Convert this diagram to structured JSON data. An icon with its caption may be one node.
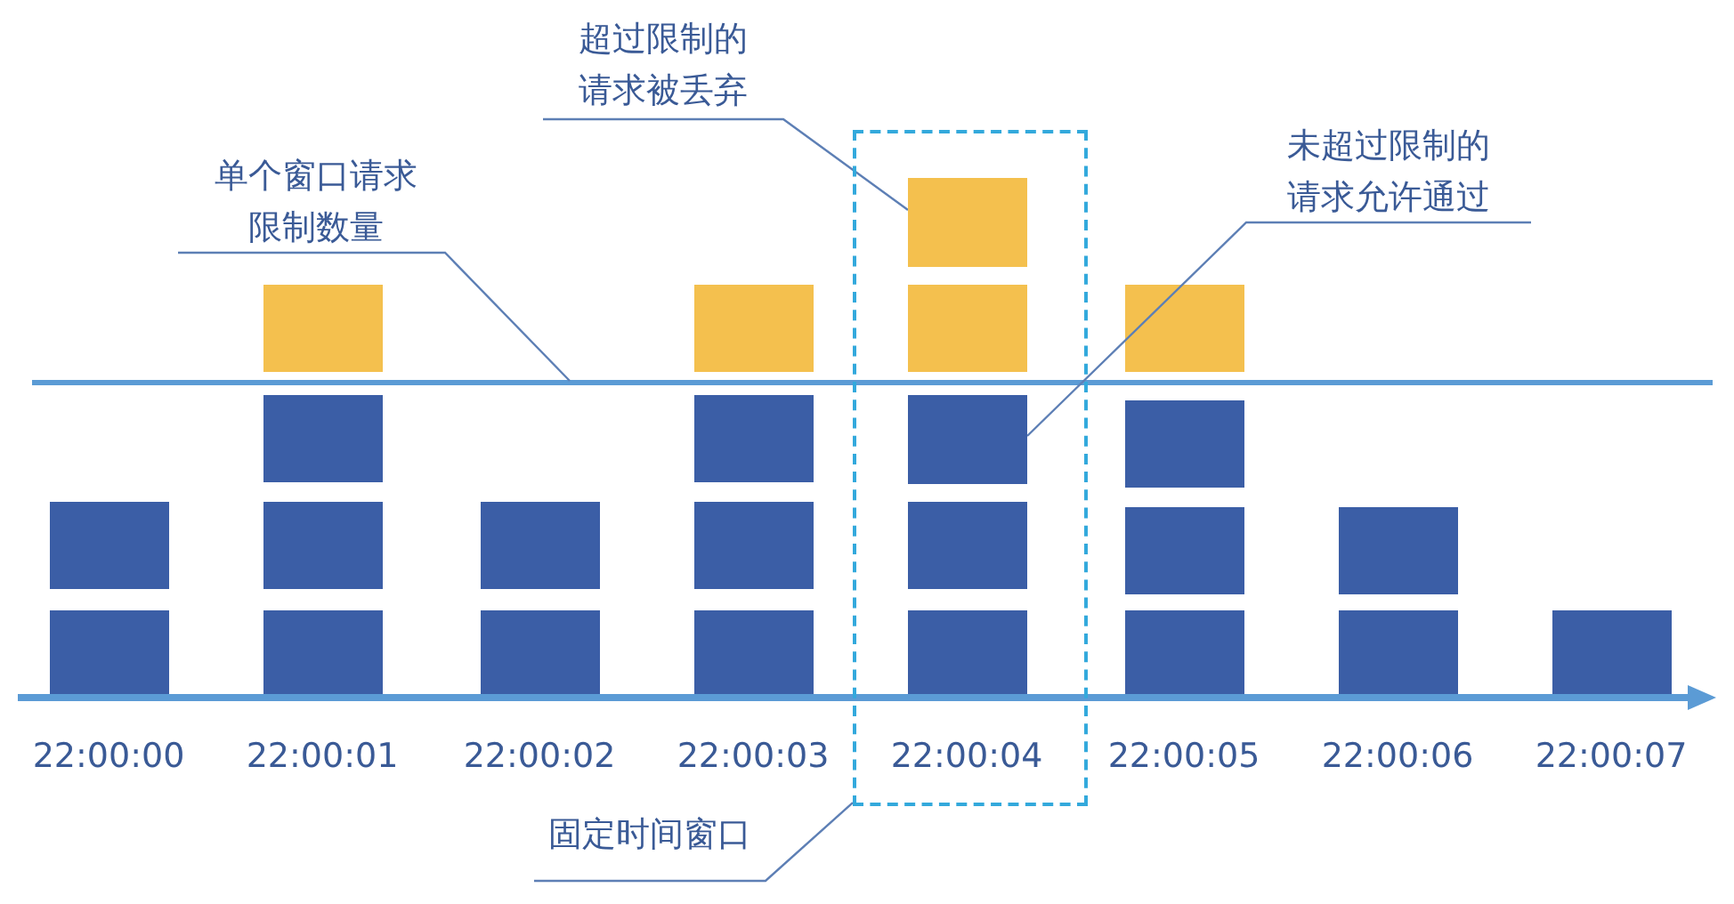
{
  "diagram": {
    "nodes": [
      {
        "text": [
          "超过限制的请求被丢弃"
        ]
      },
      {
        "text": [],
        "shape": "box"
      },
      {
        "text": [],
        "shape": "box",
        "in": 1
      },
      {
        "text": [
          "单个窗口请求限制数量"
        ]
      },
      {
        "text": [
          "未超过限制的请求允许通过"
        ]
      },
      {
        "text": [],
        "shape": "box",
        "in": 1
      },
      {
        "text": [
          "固定时间窗口"
        ]
      }
    ],
    "edges": [
      {
        "from": 0,
        "to": 2,
        "arrow": "none"
      },
      {
        "from": 3,
        "to": null,
        "arrow": "none"
      },
      {
        "from": 4,
        "to": 5,
        "arrow": "none"
      },
      {
        "from": 6,
        "to": 1,
        "arrow": "none"
      }
    ],
    "labels": [
      "22:00:00",
      "22:00:01",
      "22:00:02",
      "22:00:03",
      "22:00:04",
      "22:00:05",
      "22:00:06",
      "22:00:07"
    ]
  }
}
